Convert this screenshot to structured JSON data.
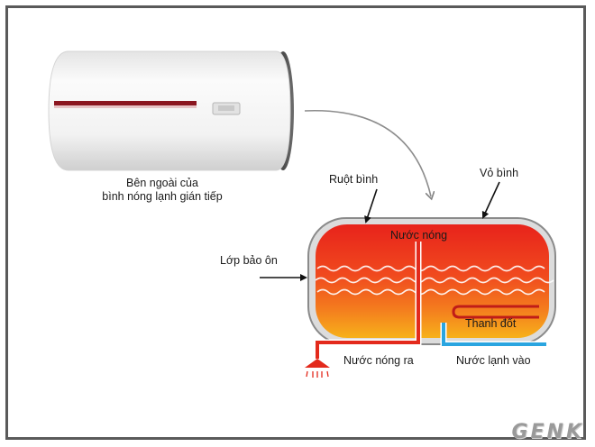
{
  "caption": {
    "line1": "Bên ngoài của",
    "line2": "bình nóng lạnh gián tiếp"
  },
  "labels": {
    "inner_tank": "Ruột bình",
    "outer_shell": "Vỏ bình",
    "insulation": "Lớp bảo ôn",
    "hot_water": "Nước nóng",
    "heating_element": "Thanh đốt",
    "hot_water_out": "Nước nóng ra",
    "cold_water_in": "Nước lạnh vào"
  },
  "watermark": "GENK",
  "colors": {
    "tank_top": "#e8231b",
    "tank_mid": "#f25a1f",
    "tank_bottom": "#f7a21a",
    "hot_pipe": "#e32a1c",
    "cold_pipe": "#2aa5e0",
    "shell": "#d9d9d9",
    "heater_body": "#f4f4f4",
    "heater_stripe": "#8b1620"
  }
}
